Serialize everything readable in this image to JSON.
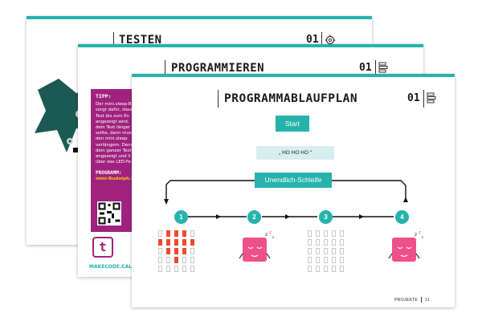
{
  "sheets": {
    "back": {
      "title": "TESTEN",
      "number": "01"
    },
    "middle": {
      "title": "PROGRAMMIEREN",
      "number": "01",
      "tip": {
        "heading": "TIPP:",
        "lines": [
          "Der mini.sleep-B",
          "sorgt dafür, dass",
          "Text bis zum En",
          "angezeigt wird.",
          "dein Text länger",
          "sollte, dann mus",
          "den mini.sleep",
          "verlängern. Denn",
          "dein ganzer Text",
          "angezeigt und li",
          "über das LED-Fe"
        ],
        "program_heading": "PROGRAMM:",
        "program_link": "mini-Rudolph.he"
      },
      "footer_label": "MAKECODE.CALLIOP"
    },
    "front": {
      "title": "PROGRAMMABLAUFPLAN",
      "number": "01",
      "start_label": "Start",
      "text_label": "„ HO HO HO “",
      "loop_label": "Unendlich-Schleife",
      "steps": [
        "1",
        "2",
        "3",
        "4"
      ],
      "footer": {
        "section": "PROJEKTE",
        "page": "11"
      }
    }
  },
  "colors": {
    "accent": "#26b3ac",
    "tip": "#a1227e",
    "led_on": "#f04a2f",
    "face": "#f0508a"
  },
  "icons": [
    "gear-icon",
    "list-icon",
    "logo-t-icon"
  ]
}
